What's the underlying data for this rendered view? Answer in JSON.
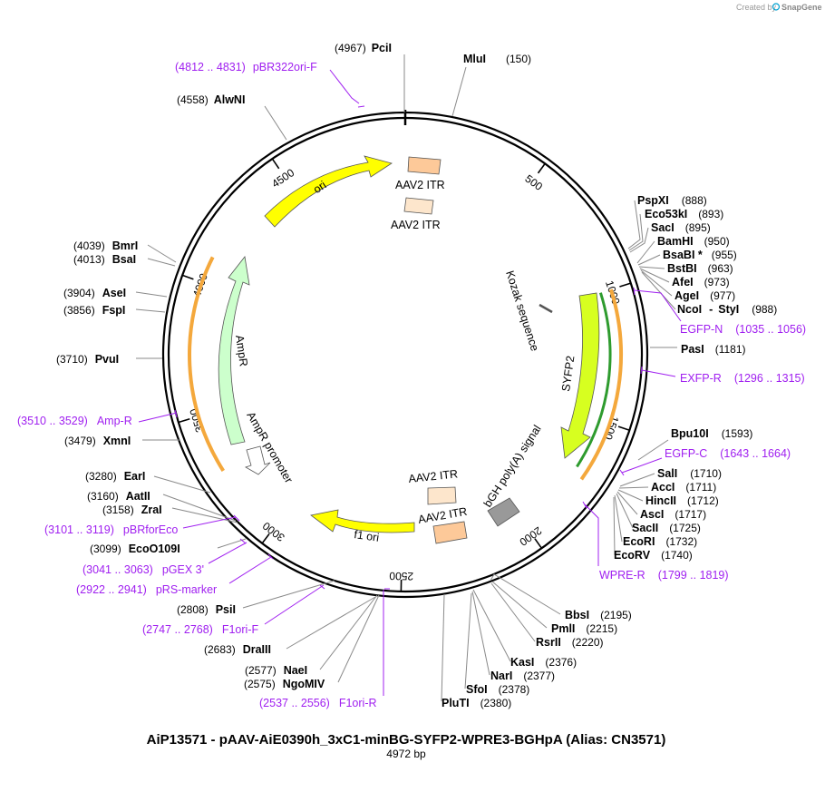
{
  "header": {
    "created_by": "Created by",
    "brand": "SnapGene"
  },
  "plasmid": {
    "title": "AiP13571 - pAAV-AiE0390h_3xC1-minBG-SYFP2-WPRE3-BGHpA (Alias: CN3571)",
    "length_label": "4972 bp",
    "length": 4972
  },
  "ticks": [
    "500",
    "1000",
    "1500",
    "2000",
    "2500",
    "3000",
    "3500",
    "4000",
    "4500"
  ],
  "features": {
    "ori": "ori",
    "aav2_itr_top_a": "AAV2 ITR",
    "aav2_itr_top_b": "AAV2 ITR",
    "kozak": "Kozak sequence",
    "syfp2": "SYFP2",
    "bgh": "bGH poly(A) signal",
    "aav2_itr_bot_a": "AAV2 ITR",
    "aav2_itr_bot_b": "AAV2 ITR",
    "f1_ori": "f1 ori",
    "ampr": "AmpR",
    "ampr_promoter": "AmpR promoter"
  },
  "sites": [
    {
      "pos": "(4967)",
      "name": "PciI"
    },
    {
      "name": "MluI",
      "pos": "(150)"
    },
    {
      "pos": "(4558)",
      "name": "AlwNI"
    },
    {
      "name": "PspXI",
      "pos": "(888)"
    },
    {
      "name": "Eco53kI",
      "pos": "(893)"
    },
    {
      "name": "SacI",
      "pos": "(895)"
    },
    {
      "name": "BamHI",
      "pos": "(950)"
    },
    {
      "name": "BsaBI *",
      "pos": "(955)"
    },
    {
      "name": "BstBI",
      "pos": "(963)"
    },
    {
      "name": "AfeI",
      "pos": "(973)"
    },
    {
      "name": "AgeI",
      "pos": "(977)"
    },
    {
      "name": "NcoI",
      "sep": "-",
      "name2": "StyI",
      "pos": "(988)"
    },
    {
      "name": "PasI",
      "pos": "(1181)"
    },
    {
      "name": "Bpu10I",
      "pos": "(1593)"
    },
    {
      "name": "SalI",
      "pos": "(1710)"
    },
    {
      "name": "AccI",
      "pos": "(1711)"
    },
    {
      "name": "HincII",
      "pos": "(1712)"
    },
    {
      "name": "AscI",
      "pos": "(1717)"
    },
    {
      "name": "SacII",
      "pos": "(1725)"
    },
    {
      "name": "EcoRI",
      "pos": "(1732)"
    },
    {
      "name": "EcoRV",
      "pos": "(1740)"
    },
    {
      "name": "BbsI",
      "pos": "(2195)"
    },
    {
      "name": "PmlI",
      "pos": "(2215)"
    },
    {
      "name": "RsrII",
      "pos": "(2220)"
    },
    {
      "name": "KasI",
      "pos": "(2376)"
    },
    {
      "name": "NarI",
      "pos": "(2377)"
    },
    {
      "name": "SfoI",
      "pos": "(2378)"
    },
    {
      "name": "PluTI",
      "pos": "(2380)"
    },
    {
      "pos": "(2577)",
      "name": "NaeI"
    },
    {
      "pos": "(2575)",
      "name": "NgoMIV"
    },
    {
      "pos": "(2683)",
      "name": "DraIII"
    },
    {
      "pos": "(2808)",
      "name": "PsiI"
    },
    {
      "pos": "(3099)",
      "name": "EcoO109I"
    },
    {
      "pos": "(3158)",
      "name": "ZraI"
    },
    {
      "pos": "(3160)",
      "name": "AatII"
    },
    {
      "pos": "(3280)",
      "name": "EarI"
    },
    {
      "pos": "(3479)",
      "name": "XmnI"
    },
    {
      "pos": "(3710)",
      "name": "PvuI"
    },
    {
      "pos": "(3856)",
      "name": "FspI"
    },
    {
      "pos": "(3904)",
      "name": "AseI"
    },
    {
      "pos": "(4013)",
      "name": "BsaI"
    },
    {
      "pos": "(4039)",
      "name": "BmrI"
    }
  ],
  "primers": [
    {
      "range": "(4812 .. 4831)",
      "name": "pBR322ori-F"
    },
    {
      "name": "EGFP-N",
      "range": "(1035 .. 1056)"
    },
    {
      "name": "EXFP-R",
      "range": "(1296 .. 1315)"
    },
    {
      "name": "EGFP-C",
      "range": "(1643 .. 1664)"
    },
    {
      "name": "WPRE-R",
      "range": "(1799 .. 1819)"
    },
    {
      "name": "F1ori-R",
      "range": "(2537 .. 2556)"
    },
    {
      "name": "F1ori-F",
      "range": "(2747 .. 2768)"
    },
    {
      "name": "pRS-marker",
      "range": "(2922 .. 2941)"
    },
    {
      "name": "pGEX 3'",
      "range": "(3041 .. 3063)"
    },
    {
      "name": "pBRforEco",
      "range": "(3101 .. 3119)"
    },
    {
      "name": "Amp-R",
      "range": "(3510 .. 3529)"
    }
  ],
  "colors": {
    "ori": "#ffff00",
    "itr": "#fdc999",
    "itr_light": "#fde6cc",
    "syfp2": "#d7ff20",
    "ampr": "#ccffcc",
    "promoter": "#ffffff",
    "bgh": "#999999",
    "orange_arc": "#f4a83c",
    "green_arc": "#2e9b2e",
    "primer": "#a020f0"
  }
}
